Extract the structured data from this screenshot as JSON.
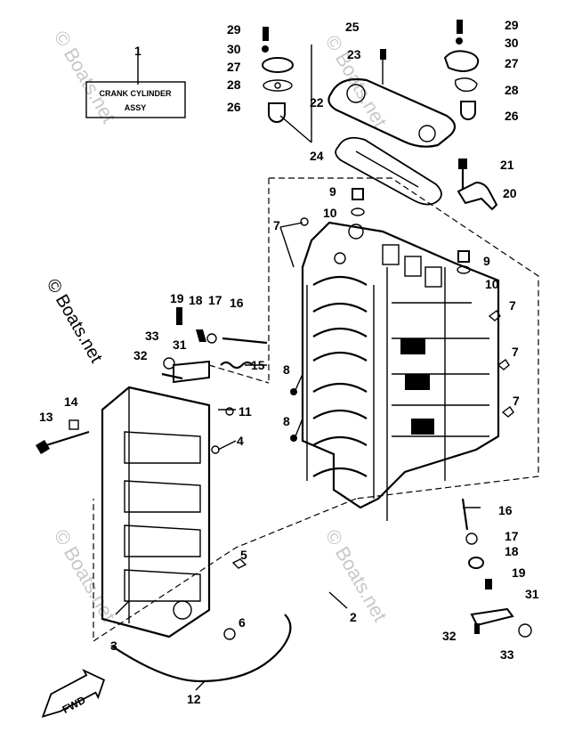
{
  "label_box": {
    "line1": "CRANK CYLINDER",
    "line2": "ASSY",
    "callout": "1"
  },
  "watermark": "© Boats.net",
  "fwd_label": "FWD",
  "callouts": [
    "29",
    "30",
    "27",
    "28",
    "26",
    "25",
    "23",
    "22",
    "29",
    "30",
    "27",
    "28",
    "26",
    "24",
    "21",
    "20",
    "9",
    "10",
    "7",
    "9",
    "10",
    "19",
    "18",
    "17",
    "16",
    "7",
    "33",
    "31",
    "32",
    "15",
    "7",
    "8",
    "7",
    "8",
    "14",
    "13",
    "11",
    "4",
    "5",
    "6",
    "3",
    "2",
    "12",
    "16",
    "17",
    "18",
    "19",
    "31",
    "32",
    "33"
  ]
}
